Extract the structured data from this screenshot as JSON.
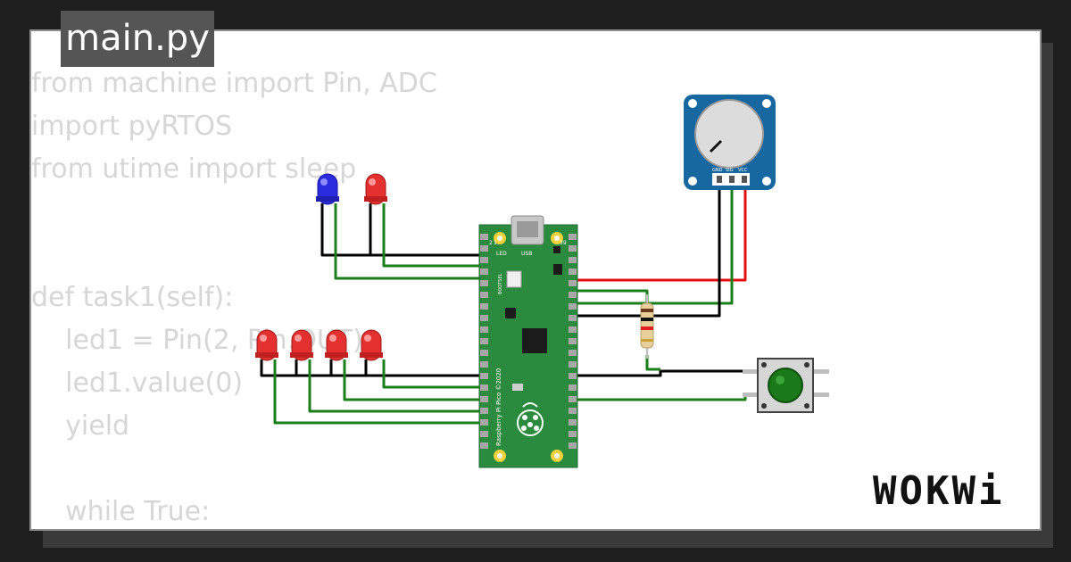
{
  "file_tab": {
    "label": "main.py"
  },
  "code_lines": [
    "from machine import Pin, ADC",
    "import pyRTOS",
    "from utime import sleep",
    "",
    "",
    "def task1(self):",
    "    led1 = Pin(2, Pin.OUT)",
    "    led1.value(0)",
    "    yield",
    "",
    "    while True:"
  ],
  "board": {
    "name": "Raspberry Pi Pico ©2020",
    "usb_label": "USB",
    "led_label": "LED",
    "bootsel_label": "BOOTSEL",
    "pin_top_left": "1",
    "pin_top_left_2": "2",
    "pin_top_right": "39"
  },
  "potentiometer": {
    "pins": [
      "GND",
      "SIG",
      "VCC"
    ]
  },
  "logo": "WOKWi",
  "colors": {
    "wire_green": "#1a7f1a",
    "wire_black": "#000000",
    "wire_red": "#e01010",
    "pcb_green": "#2a8a3e",
    "pot_blue": "#1767a0",
    "led_red": "#e53030",
    "led_blue": "#2a2adf",
    "button_green": "#1a7a1a"
  }
}
